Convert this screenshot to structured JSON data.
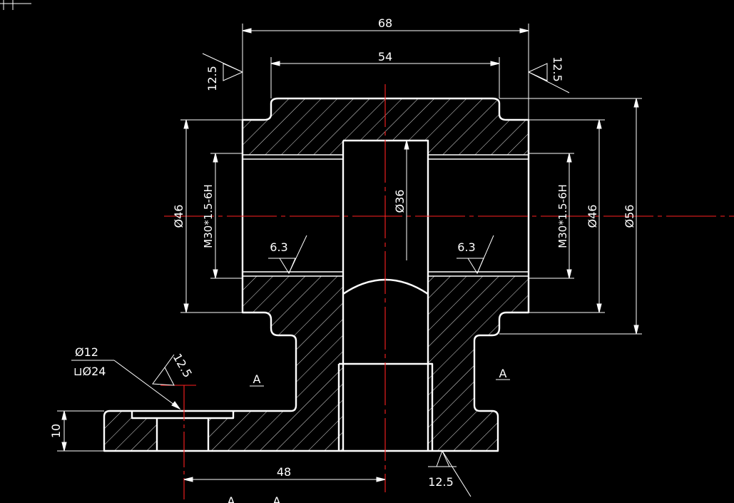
{
  "dimensions": {
    "width_overall": "68",
    "width_inner": "54",
    "dia_bore": "Ø36",
    "dia_left_46": "Ø46",
    "dia_right_46": "Ø46",
    "dia_56": "Ø56",
    "thread_left": "M30*1.5-6H",
    "thread_right": "M30*1.5-6H",
    "hole_dia": "Ø12",
    "counterbore": "⊔Ø24",
    "base_height": "10",
    "hole_offset": "48"
  },
  "surface_finish": {
    "top_left": "12.5",
    "top_right": "12.5",
    "thread_left": "6.3",
    "thread_right": "6.3",
    "hole": "12.5",
    "bottom": "12.5"
  },
  "section_labels": {
    "left": "A",
    "right": "A",
    "bottom_1": "A",
    "bottom_2": "A"
  },
  "colors": {
    "background": "#000000",
    "outline": "#ffffff",
    "centerline": "#ff2020",
    "hatch": "#ffffff"
  }
}
